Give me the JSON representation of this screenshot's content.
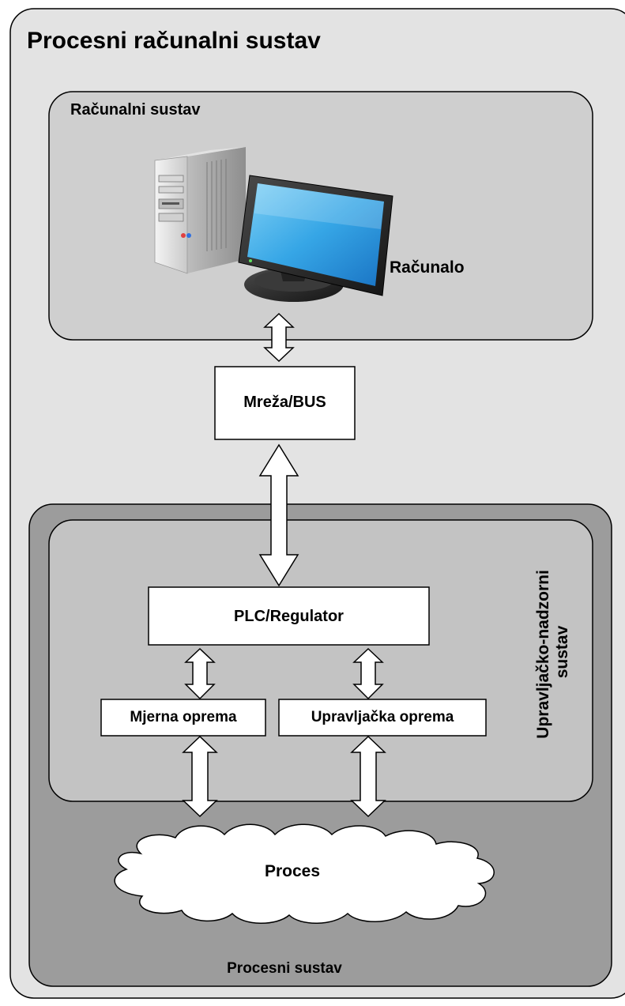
{
  "title": "Procesni računalni sustav",
  "computer_system": {
    "label": "Računalni sustav",
    "computer_label": "Računalo",
    "computer_icon": "desktop-computer-icon"
  },
  "network": {
    "label": "Mreža/BUS"
  },
  "control_system": {
    "label": "Upravljačko-nadzorni sustav"
  },
  "plc": {
    "label": "PLC/Regulator"
  },
  "measuring": {
    "label": "Mjerna oprema"
  },
  "actuating": {
    "label": "Upravljačka oprema"
  },
  "process": {
    "label": "Proces"
  },
  "process_system": {
    "label": "Procesni sustav"
  },
  "colors": {
    "outer_fill": "#e3e3e3",
    "computer_system_fill": "#cfcfcf",
    "process_system_fill": "#9c9c9c",
    "control_system_fill": "#c3c3c3",
    "box_fill": "#ffffff",
    "border": "#000000"
  }
}
